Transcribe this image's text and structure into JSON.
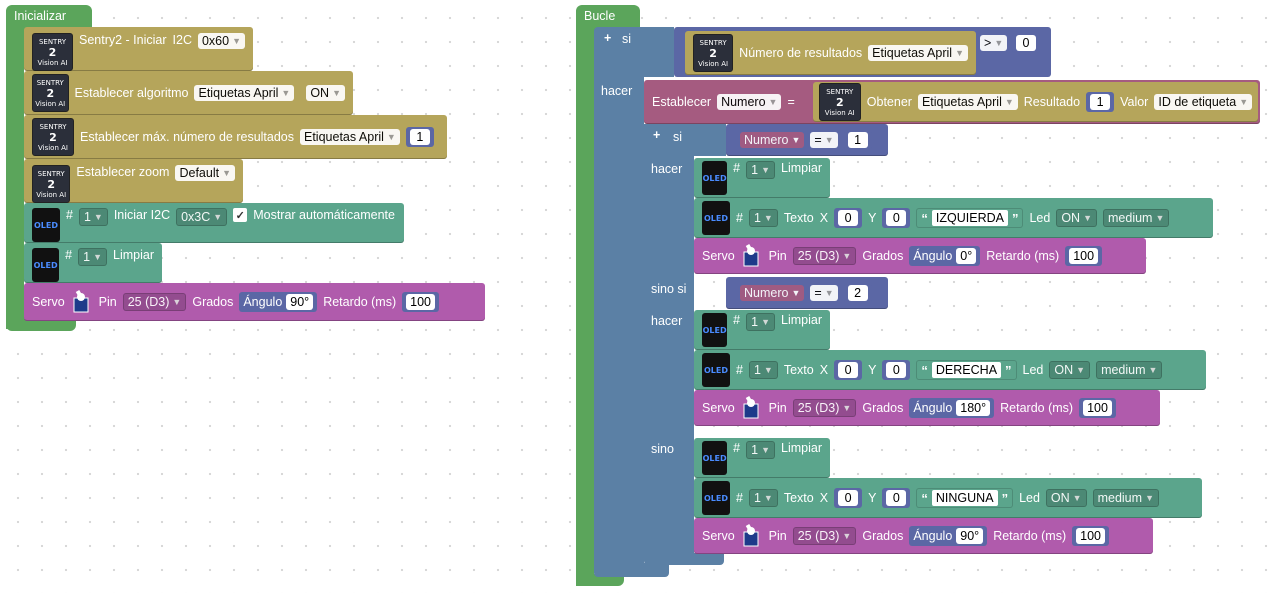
{
  "left": {
    "hat": "Inicializar",
    "sentry_init": {
      "label": "Sentry2 - Iniciar",
      "i2c_label": "I2C",
      "addr": "0x60"
    },
    "set_algo": {
      "label": "Establecer algoritmo",
      "algo": "Etiquetas April",
      "state": "ON"
    },
    "set_max": {
      "label": "Establecer máx. número de resultados",
      "algo": "Etiquetas April",
      "value": "1"
    },
    "set_zoom": {
      "label": "Establecer zoom",
      "zoom": "Default"
    },
    "oled_init": {
      "hash": "#",
      "id": "1",
      "label": "Iniciar I2C",
      "addr": "0x3C",
      "check": "✓",
      "auto": "Mostrar automáticamente"
    },
    "oled_clear": {
      "hash": "#",
      "id": "1",
      "label": "Limpiar"
    },
    "servo": {
      "label": "Servo",
      "pin_label": "Pin",
      "pin": "25 (D3)",
      "grados": "Grados",
      "angle_label": "Ángulo",
      "angle": "90°",
      "delay_label": "Retardo (ms)",
      "delay": "100"
    }
  },
  "right": {
    "hat": "Bucle",
    "if": {
      "plus": "+",
      "si": "si",
      "label": "Número de resultados",
      "algo": "Etiquetas April",
      "op": ">",
      "value": "0"
    },
    "hacer": "hacer",
    "set_num": {
      "label": "Establecer",
      "var": "Numero",
      "eq": "=",
      "get": "Obtener",
      "algo": "Etiquetas April",
      "result_label": "Resultado",
      "result": "1",
      "valor_label": "Valor",
      "valor": "ID de etiqueta"
    },
    "inner_if": {
      "plus": "+",
      "si": "si",
      "var": "Numero",
      "op": "=",
      "value": "1"
    },
    "inner_hacer": "hacer",
    "b1_clear": {
      "hash": "#",
      "id": "1",
      "label": "Limpiar"
    },
    "b1_text": {
      "hash": "#",
      "id": "1",
      "label": "Texto",
      "x_label": "X",
      "x": "0",
      "y_label": "Y",
      "y": "0",
      "text": "IZQUIERDA",
      "led_label": "Led",
      "led": "ON",
      "size": "medium"
    },
    "b1_servo": {
      "label": "Servo",
      "pin_label": "Pin",
      "pin": "25 (D3)",
      "grados": "Grados",
      "angle_label": "Ángulo",
      "angle": "0°",
      "delay_label": "Retardo (ms)",
      "delay": "100"
    },
    "elseif": {
      "label": "sino si",
      "minus": "−",
      "var": "Numero",
      "op": "=",
      "value": "2"
    },
    "elseif_hacer": "hacer",
    "b2_clear": {
      "hash": "#",
      "id": "1",
      "label": "Limpiar"
    },
    "b2_text": {
      "hash": "#",
      "id": "1",
      "label": "Texto",
      "x_label": "X",
      "x": "0",
      "y_label": "Y",
      "y": "0",
      "text": "DERECHA",
      "led_label": "Led",
      "led": "ON",
      "size": "medium"
    },
    "b2_servo": {
      "label": "Servo",
      "pin_label": "Pin",
      "pin": "25 (D3)",
      "grados": "Grados",
      "angle_label": "Ángulo",
      "angle": "180°",
      "delay_label": "Retardo (ms)",
      "delay": "100"
    },
    "else_label": "sino",
    "b3_clear": {
      "hash": "#",
      "id": "1",
      "label": "Limpiar"
    },
    "b3_text": {
      "hash": "#",
      "id": "1",
      "label": "Texto",
      "x_label": "X",
      "x": "0",
      "y_label": "Y",
      "y": "0",
      "text": "NINGUNA",
      "led_label": "Led",
      "led": "ON",
      "size": "medium"
    },
    "b3_servo": {
      "label": "Servo",
      "pin_label": "Pin",
      "pin": "25 (D3)",
      "grados": "Grados",
      "angle_label": "Ángulo",
      "angle": "90°",
      "delay_label": "Retardo (ms)",
      "delay": "100"
    }
  },
  "sentry_icon": {
    "line1": "SENTRY",
    "num": "2",
    "line2": "Vision AI"
  },
  "oled_icon": "OLED",
  "colors": {
    "event": "#5ba55b",
    "loop": "#5b80a5",
    "sentry": "#b5a55b",
    "oled": "#5ba58c",
    "servo": "#b05bac",
    "logic": "#5b67a5",
    "variable": "#a55b80"
  }
}
